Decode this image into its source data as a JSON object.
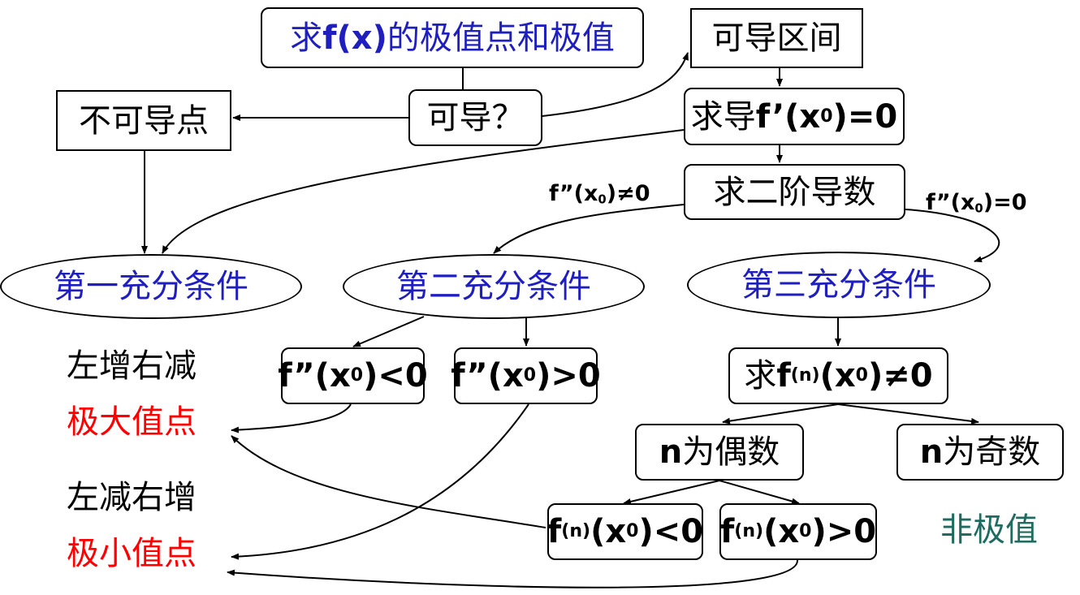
{
  "nodes": {
    "title": {
      "prefix": "求",
      "fx": "f(x)",
      "suffix": "的极值点和极值"
    },
    "differentiable_interval": "可导区间",
    "non_differentiable_point": "不可导点",
    "differentiable_q": "可导？",
    "derivative_zero": {
      "prefix": "求导",
      "f": "f’(x",
      "sub": "0",
      "rest": ")=0"
    },
    "second_derivative": "求二阶导数",
    "first_condition": "第一充分条件",
    "second_condition": "第二充分条件",
    "third_condition": "第三充分条件",
    "f2_lt": {
      "f": "f”(x",
      "sub": "0",
      "rest": ")<0"
    },
    "f2_gt": {
      "f": "f”(x",
      "sub": "0",
      "rest": ")>0"
    },
    "nth_derivative": {
      "prefix": "求",
      "f": "f",
      "sup": "(n)",
      "x": "(x",
      "sub": "0",
      "rest": ")≠0"
    },
    "n_even": {
      "n": "n",
      "text": "为偶数"
    },
    "n_odd": {
      "n": "n",
      "text": "为奇数"
    },
    "fn_lt": {
      "f": "f",
      "sup": "(n)",
      "x": "(x",
      "sub": "0",
      "rest": ")<0"
    },
    "fn_gt": {
      "f": "f",
      "sup": "(n)",
      "x": "(x",
      "sub": "0",
      "rest": ")>0"
    }
  },
  "labels": {
    "f2_ne_zero": {
      "f": "f”(x",
      "sub": "0",
      "rest": ")≠0"
    },
    "f2_eq_zero": {
      "f": "f”(x",
      "sub": "0",
      "rest": ")=0"
    }
  },
  "outcomes": {
    "inc_dec": "左增右减",
    "local_max": "极大值点",
    "dec_inc": "左减右增",
    "local_min": "极小值点",
    "not_extremum": "非极值"
  },
  "colors": {
    "blue_text": "#1f1fbf",
    "red_text": "#ff0000",
    "teal_text": "#1f6b5f",
    "line": "#000000"
  }
}
